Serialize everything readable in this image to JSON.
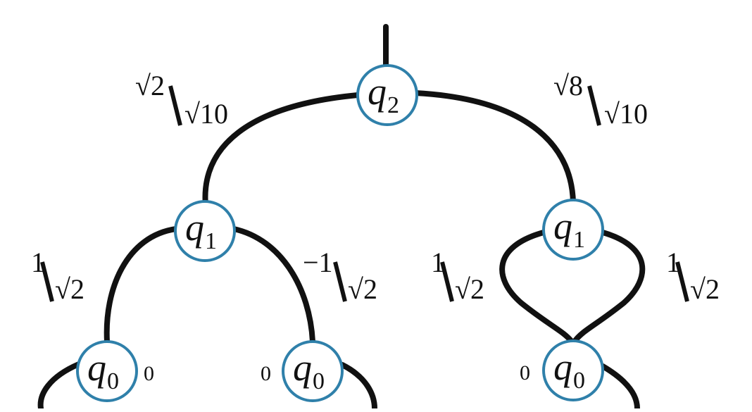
{
  "colors": {
    "node_stroke": "#2f80aa",
    "edge": "#111111",
    "text": "#111111"
  },
  "nodes": {
    "root": {
      "symbol": "q",
      "subscript": "2"
    },
    "left_q1": {
      "symbol": "q",
      "subscript": "1"
    },
    "right_q1": {
      "symbol": "q",
      "subscript": "1"
    },
    "left_q0_a": {
      "symbol": "q",
      "subscript": "0",
      "amplitude": "0"
    },
    "left_q0_b": {
      "symbol": "q",
      "subscript": "0",
      "amplitude": "0"
    },
    "right_q0": {
      "symbol": "q",
      "subscript": "0",
      "amplitude": "0"
    }
  },
  "edge_weights": {
    "root_left": {
      "numerator": "√2",
      "denominator": "√10"
    },
    "root_right": {
      "numerator": "√8",
      "denominator": "√10"
    },
    "left_q1_left": {
      "numerator": "1",
      "denominator": "√2"
    },
    "left_q1_right": {
      "numerator": "−1",
      "denominator": "√2"
    },
    "right_q1_left": {
      "numerator": "1",
      "denominator": "√2"
    },
    "right_q1_right": {
      "numerator": "1",
      "denominator": "√2"
    }
  }
}
